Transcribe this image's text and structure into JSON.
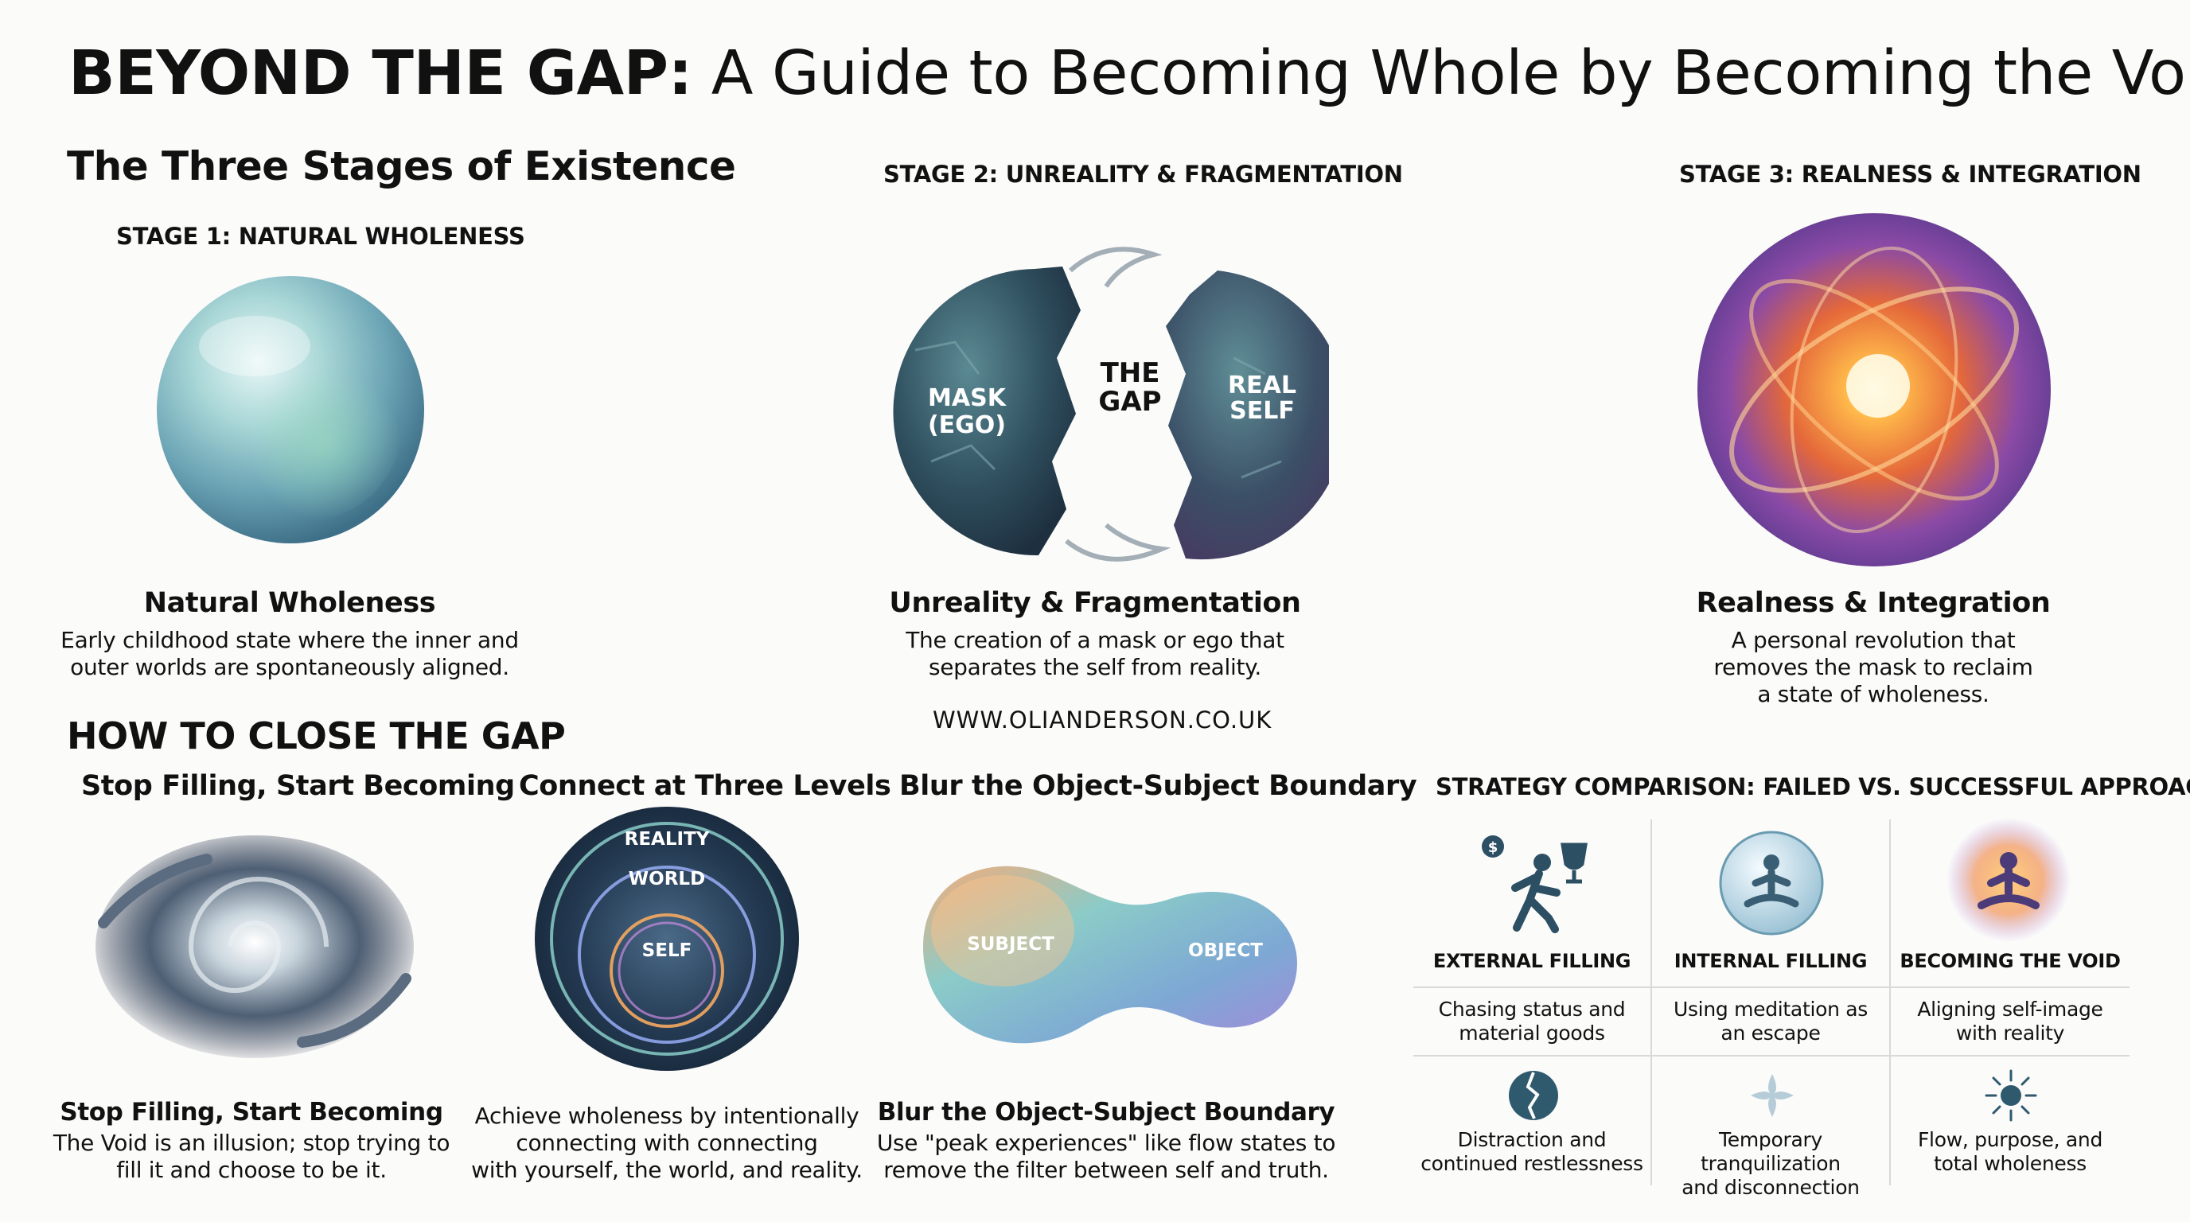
{
  "title": {
    "bold": "BEYOND THE GAP:",
    "rest": " A Guide to Becoming Whole by Becoming the Void"
  },
  "section1": {
    "heading": "The Three Stages of Existence"
  },
  "stages": [
    {
      "label": "STAGE 1: NATURAL WHOLENESS",
      "title": "Natural Wholeness",
      "desc": "Early childhood state where the inner and\nouter worlds are spontaneously aligned."
    },
    {
      "label": "STAGE 2: UNREALITY & FRAGMENTATION",
      "title": "Unreality & Fragmentation",
      "desc": "The creation of a mask or ego that\nseparates the self from reality.",
      "orb_labels": {
        "mask": "MASK",
        "mask2": "(EGO)",
        "gap": "THE",
        "gap2": "GAP",
        "real": "REAL",
        "real2": "SELF"
      }
    },
    {
      "label": "STAGE 3: REALNESS & INTEGRATION",
      "title": "Realness & Integration",
      "desc": "A personal revolution that\nremoves the mask to reclaim\na state of wholeness."
    }
  ],
  "website": "WWW.OLIANDERSON.CO.UK",
  "section2": {
    "heading": "HOW TO CLOSE THE GAP"
  },
  "methods": [
    {
      "heading": "Stop Filling, Start Becoming",
      "caption_title": "Stop Filling, Start Becoming",
      "desc": "The Void is an illusion; stop trying to\nfill it and choose to be it."
    },
    {
      "heading": "Connect at Three Levels",
      "desc": "Achieve wholeness by intentionally\nconnecting with connecting\nwith yourself, the world, and reality.",
      "rings": {
        "outer": "REALITY",
        "middle": "WORLD",
        "inner": "SELF"
      }
    },
    {
      "heading": "Blur the Object-Subject Boundary",
      "caption_title": "Blur the Object-Subject Boundary",
      "desc": "Use \"peak experiences\" like flow states to\nremove the filter between self and truth.",
      "labels": {
        "subject": "SUBJECT",
        "object": "OBJECT"
      }
    }
  ],
  "comparison": {
    "heading": "STRATEGY COMPARISON: FAILED VS. SUCCESSFUL APPROACHES",
    "columns": [
      {
        "label": "EXTERNAL FILLING",
        "icon": "running-person-chasing-money-trophy-icon",
        "row1": "Chasing status and\nmaterial goods",
        "row2_icon": "broken-globe-icon",
        "row2": "Distraction and\ncontinued restlessness"
      },
      {
        "label": "INTERNAL FILLING",
        "icon": "meditation-bubble-icon",
        "row1": "Using meditation as\nan escape",
        "row2_icon": "fading-flower-icon",
        "row2": "Temporary tranquilization\nand disconnection"
      },
      {
        "label": "BECOMING THE VOID",
        "icon": "glowing-meditator-icon",
        "row1": "Aligning self-image\nwith reality",
        "row2_icon": "sun-burst-icon",
        "row2": "Flow, purpose, and\ntotal wholeness"
      }
    ]
  },
  "colors": {
    "accent_teal": "#3a6e78",
    "accent_orange": "#f39a3c",
    "accent_purple": "#7a4aa8",
    "text": "#111111"
  }
}
